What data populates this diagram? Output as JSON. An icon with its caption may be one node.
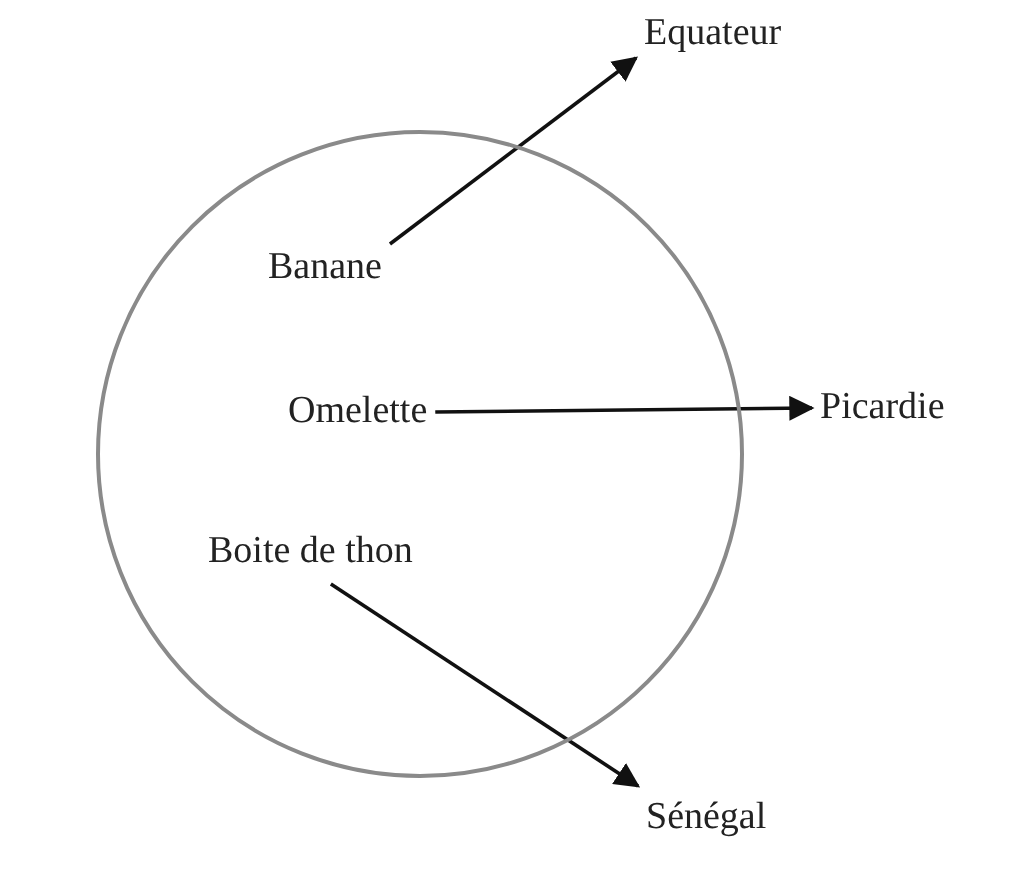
{
  "diagram": {
    "nodes": [
      {
        "text": [],
        "shape": "circle"
      },
      {
        "text": [
          "Banane"
        ],
        "in": 0
      },
      {
        "text": [
          "Omelette"
        ],
        "in": 0
      },
      {
        "text": [
          "Boite de thon"
        ],
        "in": 0
      },
      {
        "text": [
          "Equateur"
        ]
      },
      {
        "text": [
          "Picardie"
        ]
      },
      {
        "text": [
          "Sénégal"
        ]
      }
    ],
    "edges": [
      {
        "from": 1,
        "to": 4,
        "arrow": "to"
      },
      {
        "from": 2,
        "to": 5,
        "arrow": "to"
      },
      {
        "from": 3,
        "to": 6,
        "arrow": "to"
      }
    ]
  }
}
